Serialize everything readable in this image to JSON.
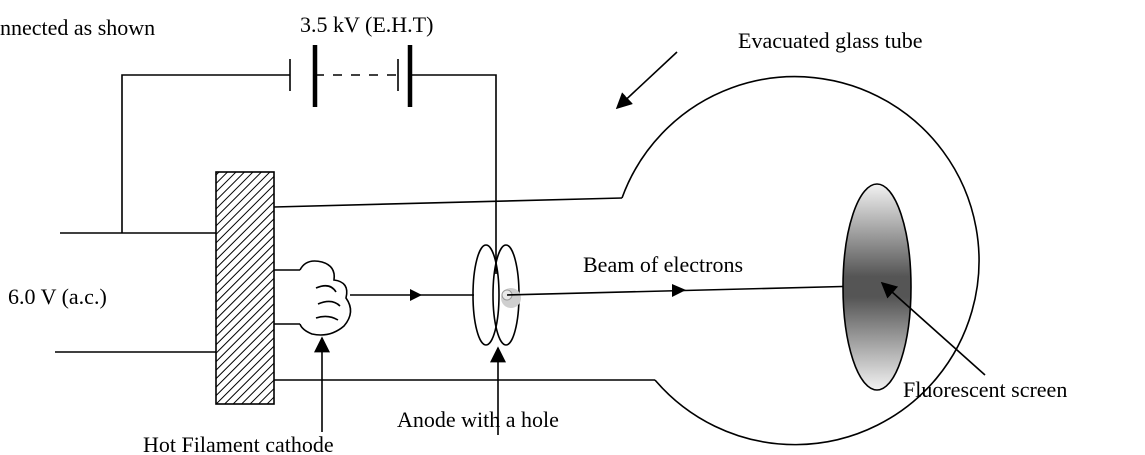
{
  "labels": {
    "top_caption": "nnected as shown",
    "eht": "3.5 kV (E.H.T)",
    "tube": "Evacuated glass tube",
    "ac_supply": "6.0 V (a.c.)",
    "beam": "Beam of electrons",
    "screen": "Fluorescent screen",
    "anode": "Anode with a hole",
    "cathode": "Hot Filament cathode"
  }
}
